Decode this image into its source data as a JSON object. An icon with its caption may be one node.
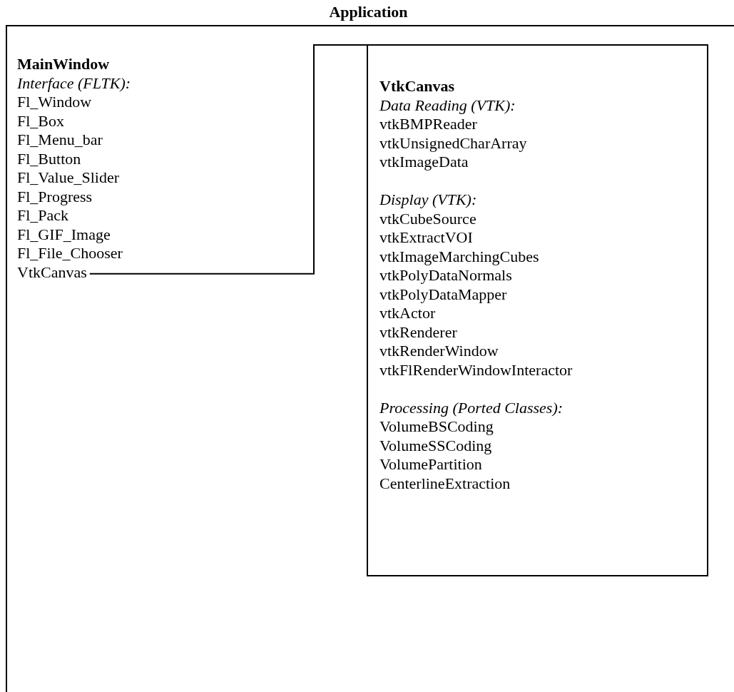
{
  "diagram": {
    "nodes": [
      {
        "text": [
          "Application"
        ]
      },
      {
        "text": [
          "MainWindow",
          "Interface (FLTK):",
          "Fl_Window",
          "Fl_Box",
          "Fl_Menu_bar",
          "Fl_Button",
          "Fl_Value_Slider",
          "Fl_Progress",
          "Fl_Pack",
          "Fl_GIF_Image",
          "Fl_File_Chooser"
        ],
        "in": 0
      },
      {
        "text": [
          "VtkCanvas"
        ],
        "in": 1
      },
      {
        "text": [
          "VtkCanvas",
          "Data Reading (VTK):",
          "vtkBMPReader",
          "vtkUnsignedCharArray",
          "vtkImageData",
          "Display (VTK):",
          "vtkCubeSource",
          "vtkExtractVOI",
          "vtkImageMarchingCubes",
          "vtkPolyDataNormals",
          "vtkPolyDataMapper",
          "vtkActor",
          "vtkRenderer",
          "vtkRenderWindow",
          "vtkFlRenderWindowInteractor",
          "Processing (Ported Classes):",
          "VolumeBSCoding",
          "VolumeSSCoding",
          "VolumePartition",
          "CenterlineExtraction"
        ],
        "in": 0
      }
    ],
    "edges": [
      {
        "from": 2,
        "to": 3,
        "arrow": "none"
      }
    ]
  }
}
